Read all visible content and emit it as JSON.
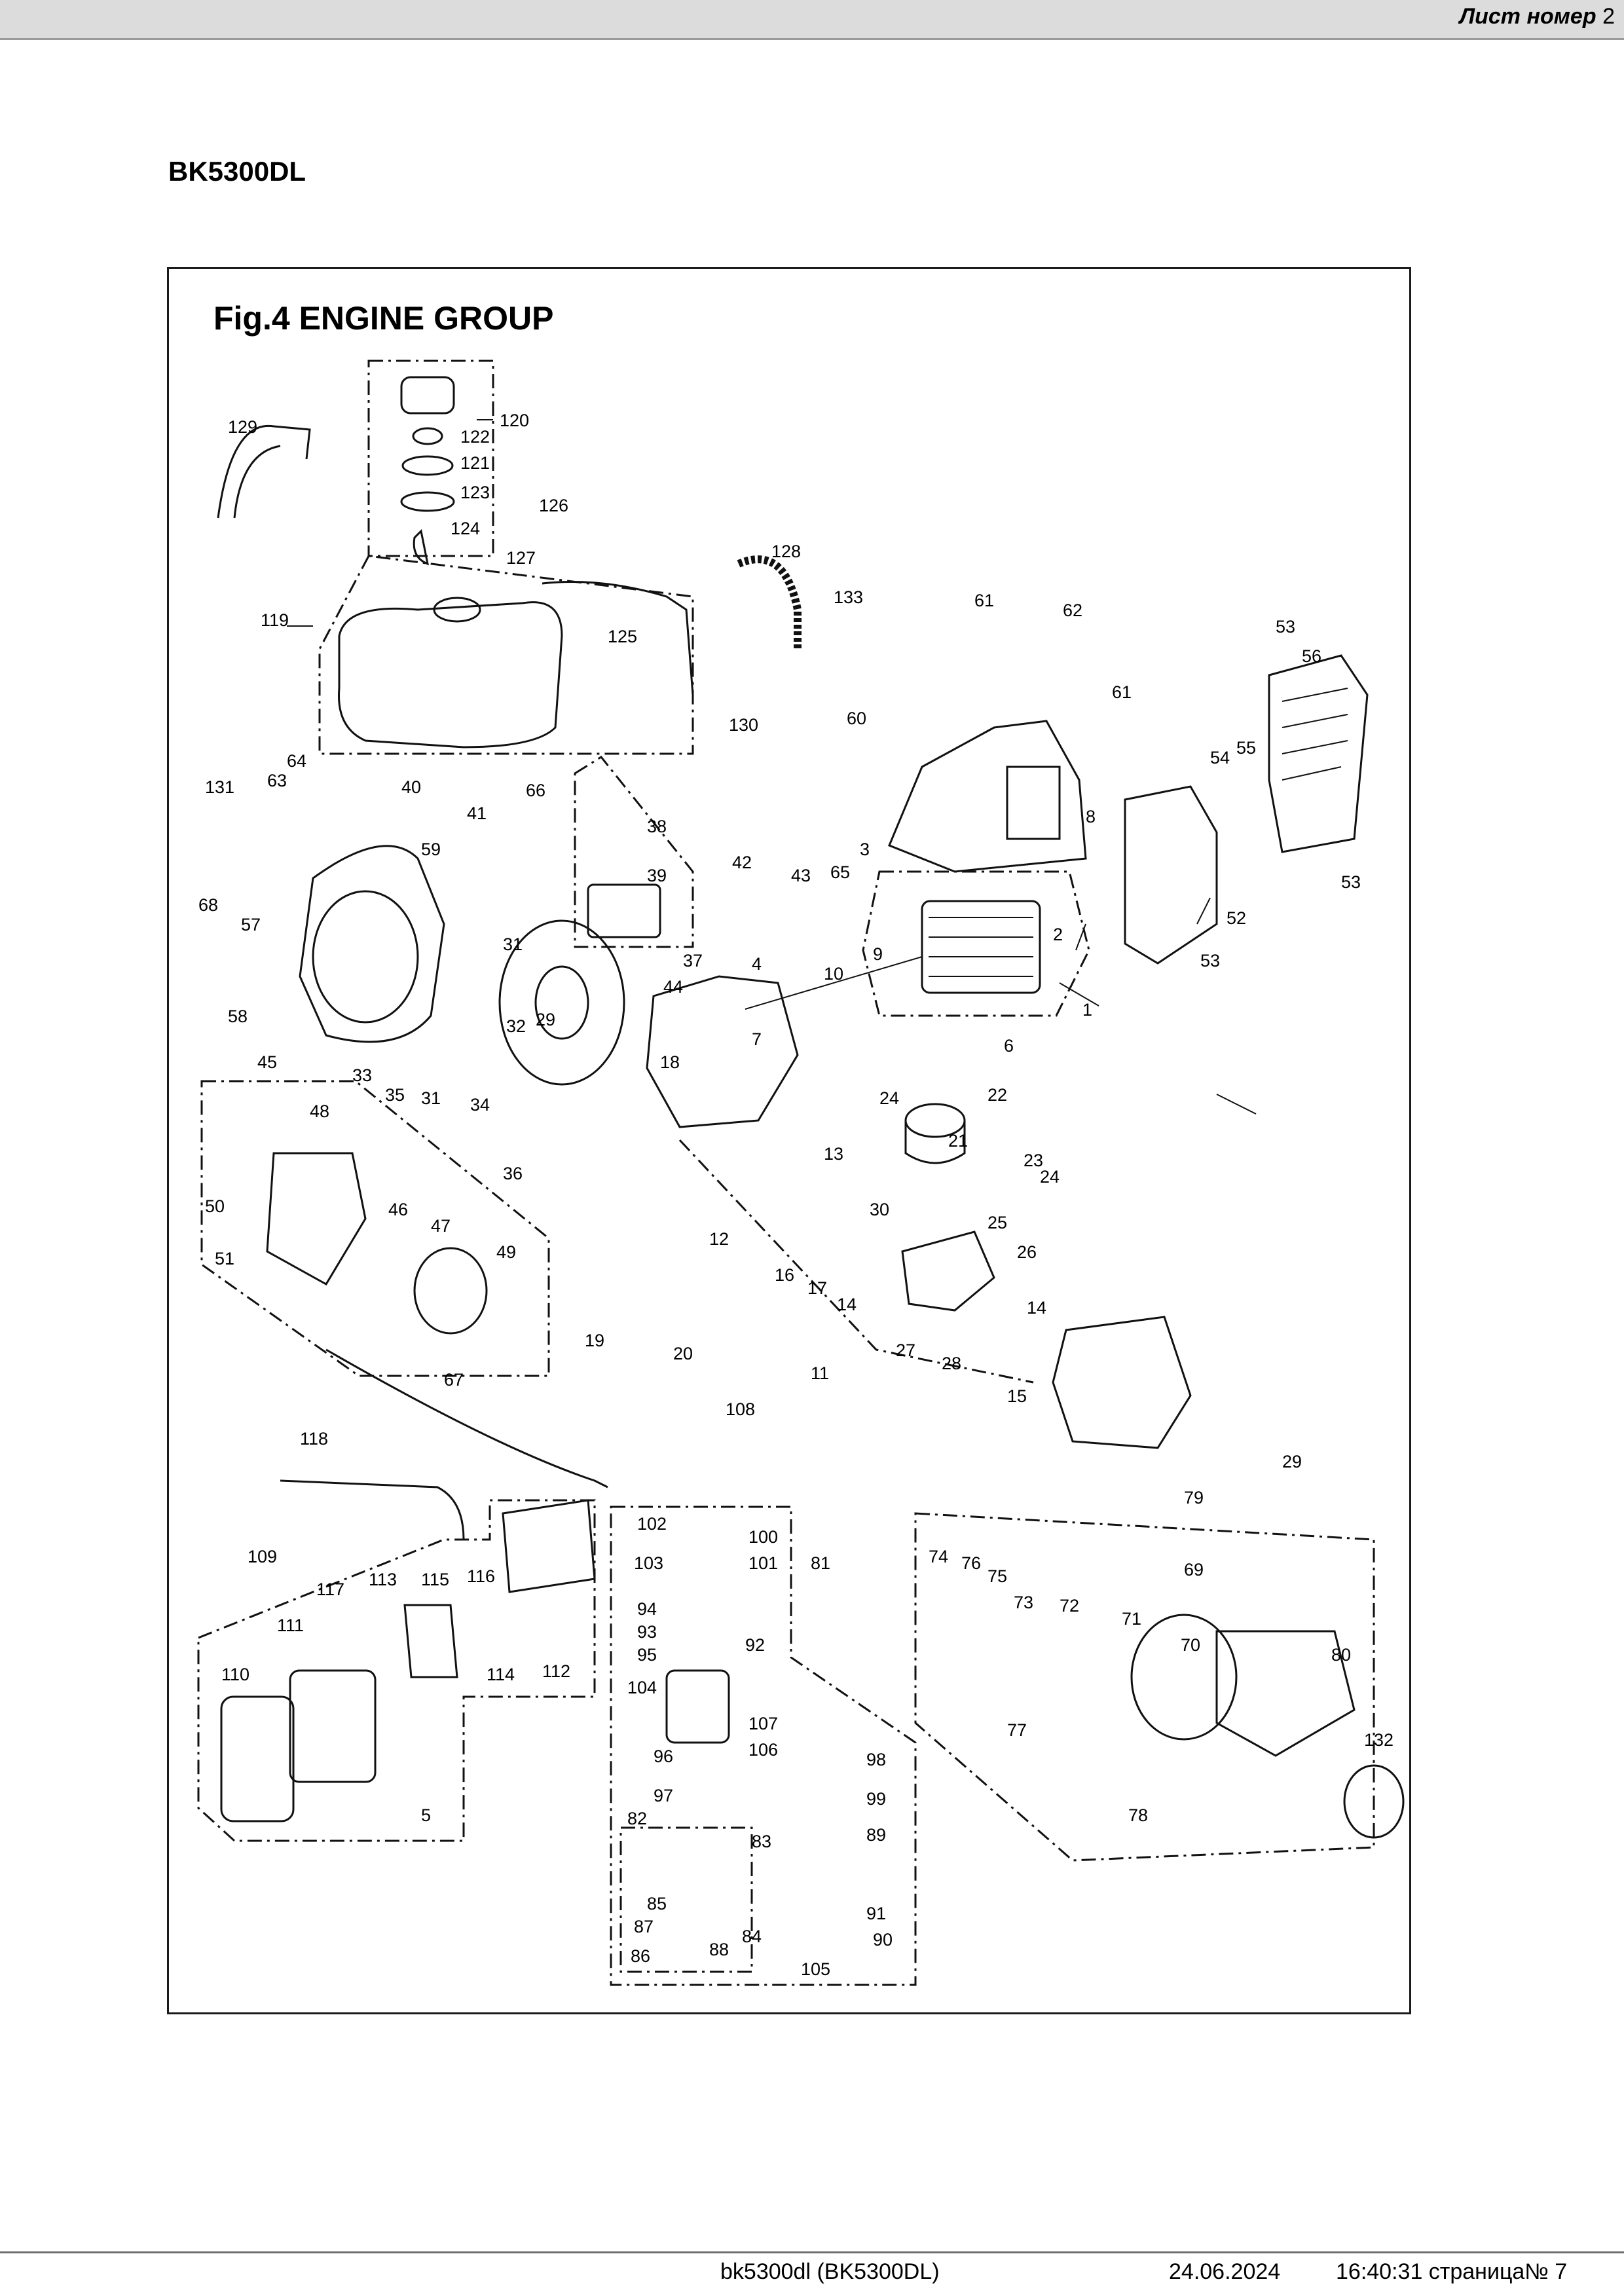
{
  "header": {
    "sheet_label": "Лист номер",
    "sheet_number": "2"
  },
  "model_title": "BK5300DL",
  "figure_title": "Fig.4  ENGINE GROUP",
  "part_numbers": [
    "1",
    "2",
    "3",
    "4",
    "5",
    "6",
    "7",
    "8",
    "9",
    "10",
    "11",
    "12",
    "13",
    "14",
    "14",
    "15",
    "16",
    "17",
    "18",
    "19",
    "20",
    "21",
    "22",
    "23",
    "24",
    "24",
    "25",
    "26",
    "27",
    "28",
    "29",
    "29",
    "30",
    "31",
    "31",
    "32",
    "33",
    "34",
    "35",
    "36",
    "37",
    "38",
    "39",
    "40",
    "41",
    "42",
    "43",
    "44",
    "45",
    "46",
    "47",
    "48",
    "49",
    "50",
    "51",
    "52",
    "53",
    "53",
    "53",
    "54",
    "55",
    "56",
    "57",
    "58",
    "59",
    "60",
    "61",
    "61",
    "62",
    "63",
    "64",
    "65",
    "66",
    "67",
    "68",
    "69",
    "70",
    "71",
    "72",
    "73",
    "74",
    "75",
    "76",
    "77",
    "78",
    "79",
    "80",
    "81",
    "82",
    "83",
    "84",
    "85",
    "86",
    "87",
    "88",
    "89",
    "90",
    "91",
    "92",
    "93",
    "94",
    "95",
    "96",
    "97",
    "98",
    "99",
    "100",
    "101",
    "102",
    "103",
    "104",
    "105",
    "106",
    "107",
    "108",
    "109",
    "110",
    "111",
    "112",
    "113",
    "114",
    "115",
    "116",
    "117",
    "118",
    "119",
    "120",
    "121",
    "122",
    "123",
    "124",
    "125",
    "126",
    "127",
    "128",
    "129",
    "130",
    "131",
    "132",
    "133"
  ],
  "footer": {
    "doc": "bk5300dl  (BK5300DL)",
    "date": "24.06.2024",
    "time_page": "16:40:31 страница№ 7"
  }
}
